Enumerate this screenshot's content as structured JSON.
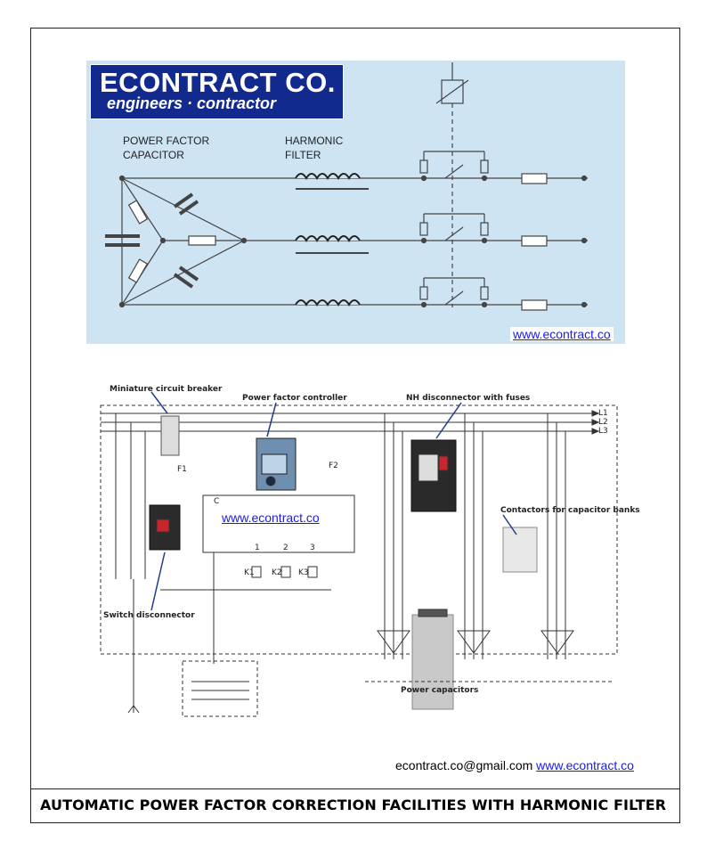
{
  "header": {
    "company": "ECONTRACT CO.",
    "tagline": "engineers · contractor"
  },
  "top_diagram": {
    "label_capacitor": "POWER FACTOR\nCAPACITOR",
    "label_capacitor_1": "POWER FACTOR",
    "label_capacitor_2": "CAPACITOR",
    "label_filter_1": "HARMONIC",
    "label_filter_2": "FILTER",
    "website": "www.econtract.co"
  },
  "bottom_diagram": {
    "label_mcb": "Miniature circuit breaker",
    "label_pfc": "Power factor controller",
    "label_nh": "NH disconnector with fuses",
    "label_contactors": "Contactors for capacitor banks",
    "label_switch": "Switch disconnector",
    "label_capacitors": "Power capacitors",
    "website": "www.econtract.co",
    "lines": [
      "L1",
      "L2",
      "L3"
    ],
    "fuse_f1": "F1",
    "fuse_f2": "F2",
    "k_labels": [
      "K1",
      "K2",
      "K3"
    ],
    "terminals": [
      "C",
      "1",
      "2",
      "3"
    ]
  },
  "footer": {
    "email": "econtract.co@gmail.com",
    "website": "www.econtract.co",
    "title": "AUTOMATIC POWER FACTOR CORRECTION FACILITIES WITH HARMONIC FILTER"
  },
  "colors": {
    "panel": "#cfe4f3",
    "logo_bg": "#122a8e",
    "link": "#1a1aee"
  }
}
